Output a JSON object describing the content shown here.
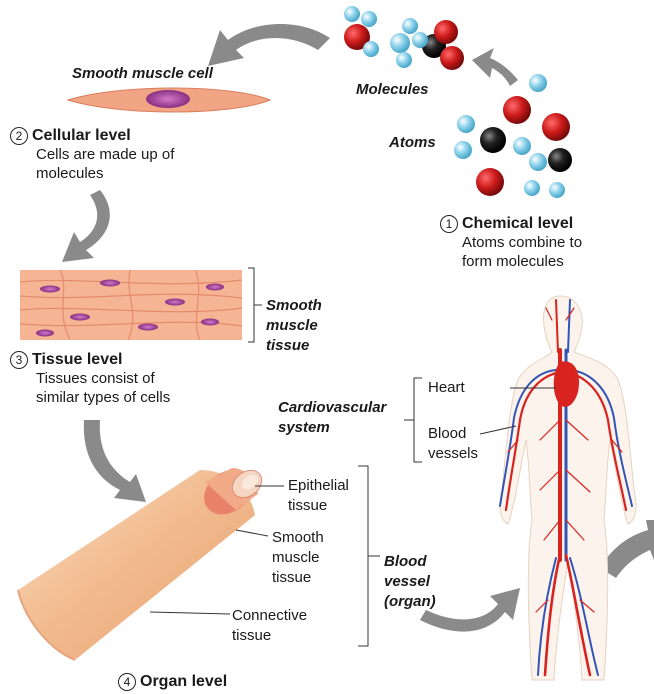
{
  "labels": {
    "smooth_muscle_cell": "Smooth muscle cell",
    "molecules": "Molecules",
    "atoms": "Atoms",
    "smooth_muscle_tissue": [
      "Smooth",
      "muscle",
      "tissue"
    ],
    "cardiovascular_system": [
      "Cardiovascular",
      "system"
    ],
    "heart": "Heart",
    "blood_vessels": [
      "Blood",
      "vessels"
    ],
    "epithelial_tissue": [
      "Epithelial",
      "tissue"
    ],
    "smooth_muscle_tissue_organ": [
      "Smooth",
      "muscle",
      "tissue"
    ],
    "connective_tissue": [
      "Connective",
      "tissue"
    ],
    "blood_vessel_organ": [
      "Blood",
      "vessel",
      "(organ)"
    ]
  },
  "levels": [
    {
      "num": "1",
      "title": "Chemical level",
      "desc": [
        "Atoms combine to",
        "form molecules"
      ]
    },
    {
      "num": "2",
      "title": "Cellular level",
      "desc": [
        "Cells are made up of",
        "molecules"
      ]
    },
    {
      "num": "3",
      "title": "Tissue level",
      "desc": [
        "Tissues consist of",
        "similar types of cells"
      ]
    },
    {
      "num": "4",
      "title": "Organ level",
      "desc": []
    }
  ],
  "colors": {
    "arrow": "#8a8a8a",
    "atom_red": "#cc1a1a",
    "atom_blue": "#8fd3ec",
    "atom_black": "#1a1a1a",
    "muscle": "#f2a585",
    "nucleus": "#a4439a",
    "artery": "#d8231f",
    "vein": "#3355b5",
    "vessel_tan": "#f3c29a"
  }
}
